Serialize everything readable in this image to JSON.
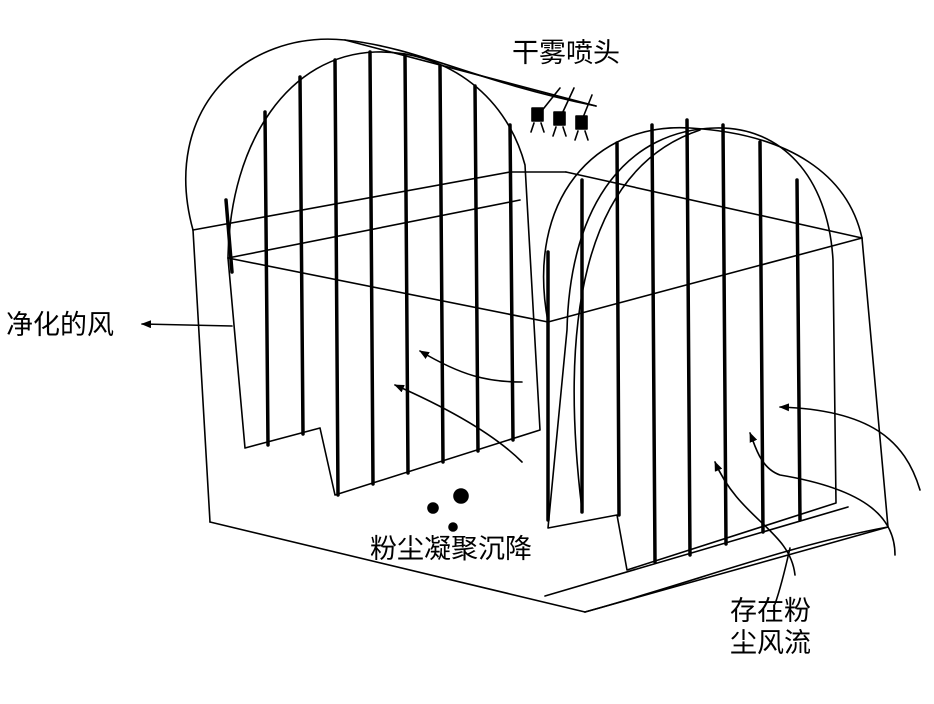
{
  "labels": {
    "nozzle": "干雾喷头",
    "clean_air": "净化的风",
    "settle": "粉尘凝聚沉降",
    "dusty_air_line1": "存在粉",
    "dusty_air_line2": "尘风流"
  },
  "colors": {
    "stroke": "#000000",
    "background": "#ffffff"
  }
}
